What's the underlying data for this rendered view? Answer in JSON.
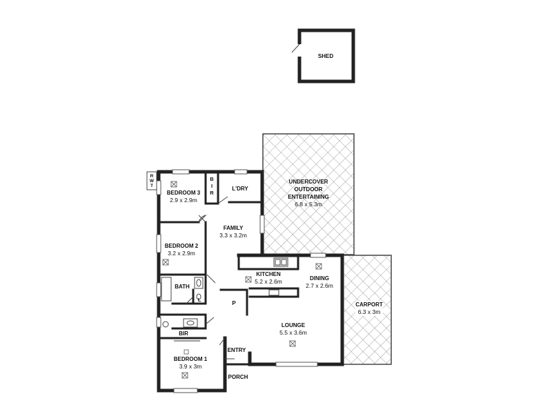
{
  "rooms": {
    "shed": {
      "name": "SHED"
    },
    "undercover": {
      "line1": "UNDERCOVER",
      "line2": "OUTDOOR",
      "line3": "ENTERTAINING",
      "dims": "6.8 x 5.3m"
    },
    "lundry": {
      "name": "L'DRY"
    },
    "bedroom3": {
      "name": "BEDROOM 3",
      "dims": "2.9 x 2.9m"
    },
    "bir_top": {
      "b": "B",
      "i": "I",
      "r": "R"
    },
    "rwt": {
      "r": "R",
      "w": "W",
      "t": "T"
    },
    "family": {
      "name": "FAMILY",
      "dims": "3.3 x 3.2m"
    },
    "bedroom2": {
      "name": "BEDROOM 2",
      "dims": "3.2 x 2.9m"
    },
    "kitchen": {
      "name": "KITCHEN",
      "dims": "5.2 x 2.6m"
    },
    "dining": {
      "name": "DINING",
      "dims": "2.7 x 2.6m"
    },
    "carport": {
      "name": "CARPORT",
      "dims": "6.3 x 3m"
    },
    "bath": {
      "name": "BATH"
    },
    "wc": {
      "name": "L"
    },
    "pantry": {
      "name": "P"
    },
    "lounge": {
      "name": "LOUNGE",
      "dims": "5.5 x 3.6m"
    },
    "bir_bottom": {
      "name": "BIR"
    },
    "entry": {
      "name": "ENTRY"
    },
    "bedroom1": {
      "name": "BEDROOM 1",
      "dims": "3.9 x 3m"
    },
    "porch": {
      "name": "PORCH"
    }
  }
}
